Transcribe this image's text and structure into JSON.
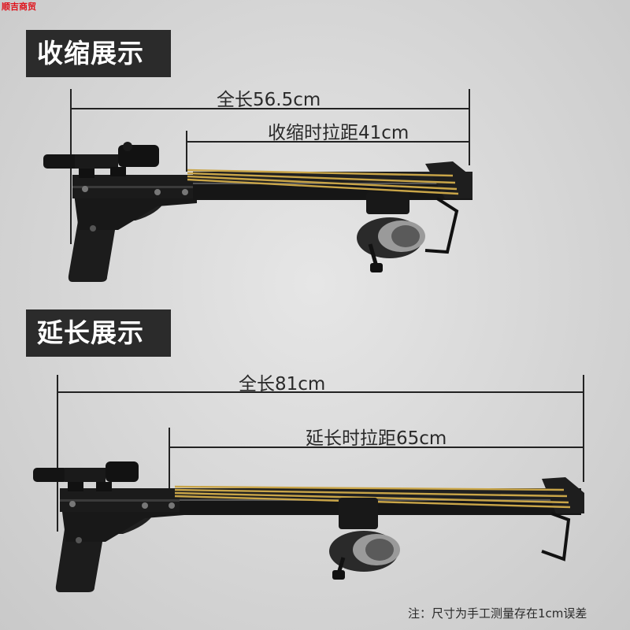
{
  "watermark": "顺吉商贸",
  "sections": {
    "retracted": {
      "title": "收缩展示",
      "total_length_label": "全长56.5cm",
      "draw_length_label": "收缩时拉距41cm"
    },
    "extended": {
      "title": "延长展示",
      "total_length_label": "全长81cm",
      "draw_length_label": "延长时拉距65cm"
    }
  },
  "footnote": "注：尺寸为手工测量存在1cm误差"
}
